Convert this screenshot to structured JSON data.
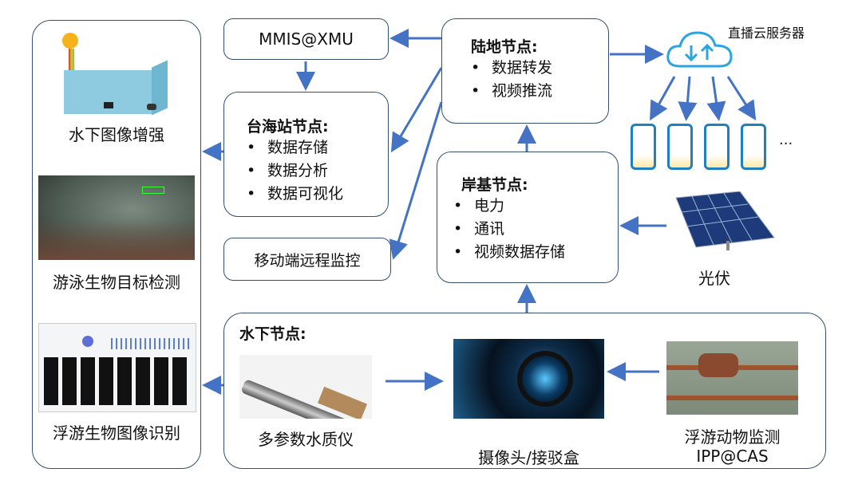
{
  "left_panel": {
    "enhance_label": "水下图像增强",
    "detect_label": "游泳生物目标检测",
    "plankton_label": "浮游生物图像识别"
  },
  "mmis": {
    "label": "MMIS@XMU"
  },
  "taihai": {
    "title": "台海站节点:",
    "items": [
      "数据存储",
      "数据分析",
      "数据可视化"
    ]
  },
  "mobile": {
    "label": "移动端远程监控"
  },
  "land": {
    "title": "陆地节点:",
    "items": [
      "数据转发",
      "视频推流"
    ]
  },
  "shore": {
    "title": "岸基节点:",
    "items": [
      "电力",
      "通讯",
      "视频数据存储"
    ]
  },
  "cloud": {
    "label": "直播云服务器"
  },
  "phones": {
    "more": "..."
  },
  "solar": {
    "label": "光伏"
  },
  "underwater": {
    "title": "水下节点:",
    "water_quality_label": "多参数水质仪",
    "camera_label": "摄像头/接驳盒",
    "plankton_label": "浮游动物监测",
    "plankton_org": "IPP@CAS"
  },
  "colors": {
    "arrow": "#4472c4",
    "border": "#34506e"
  }
}
